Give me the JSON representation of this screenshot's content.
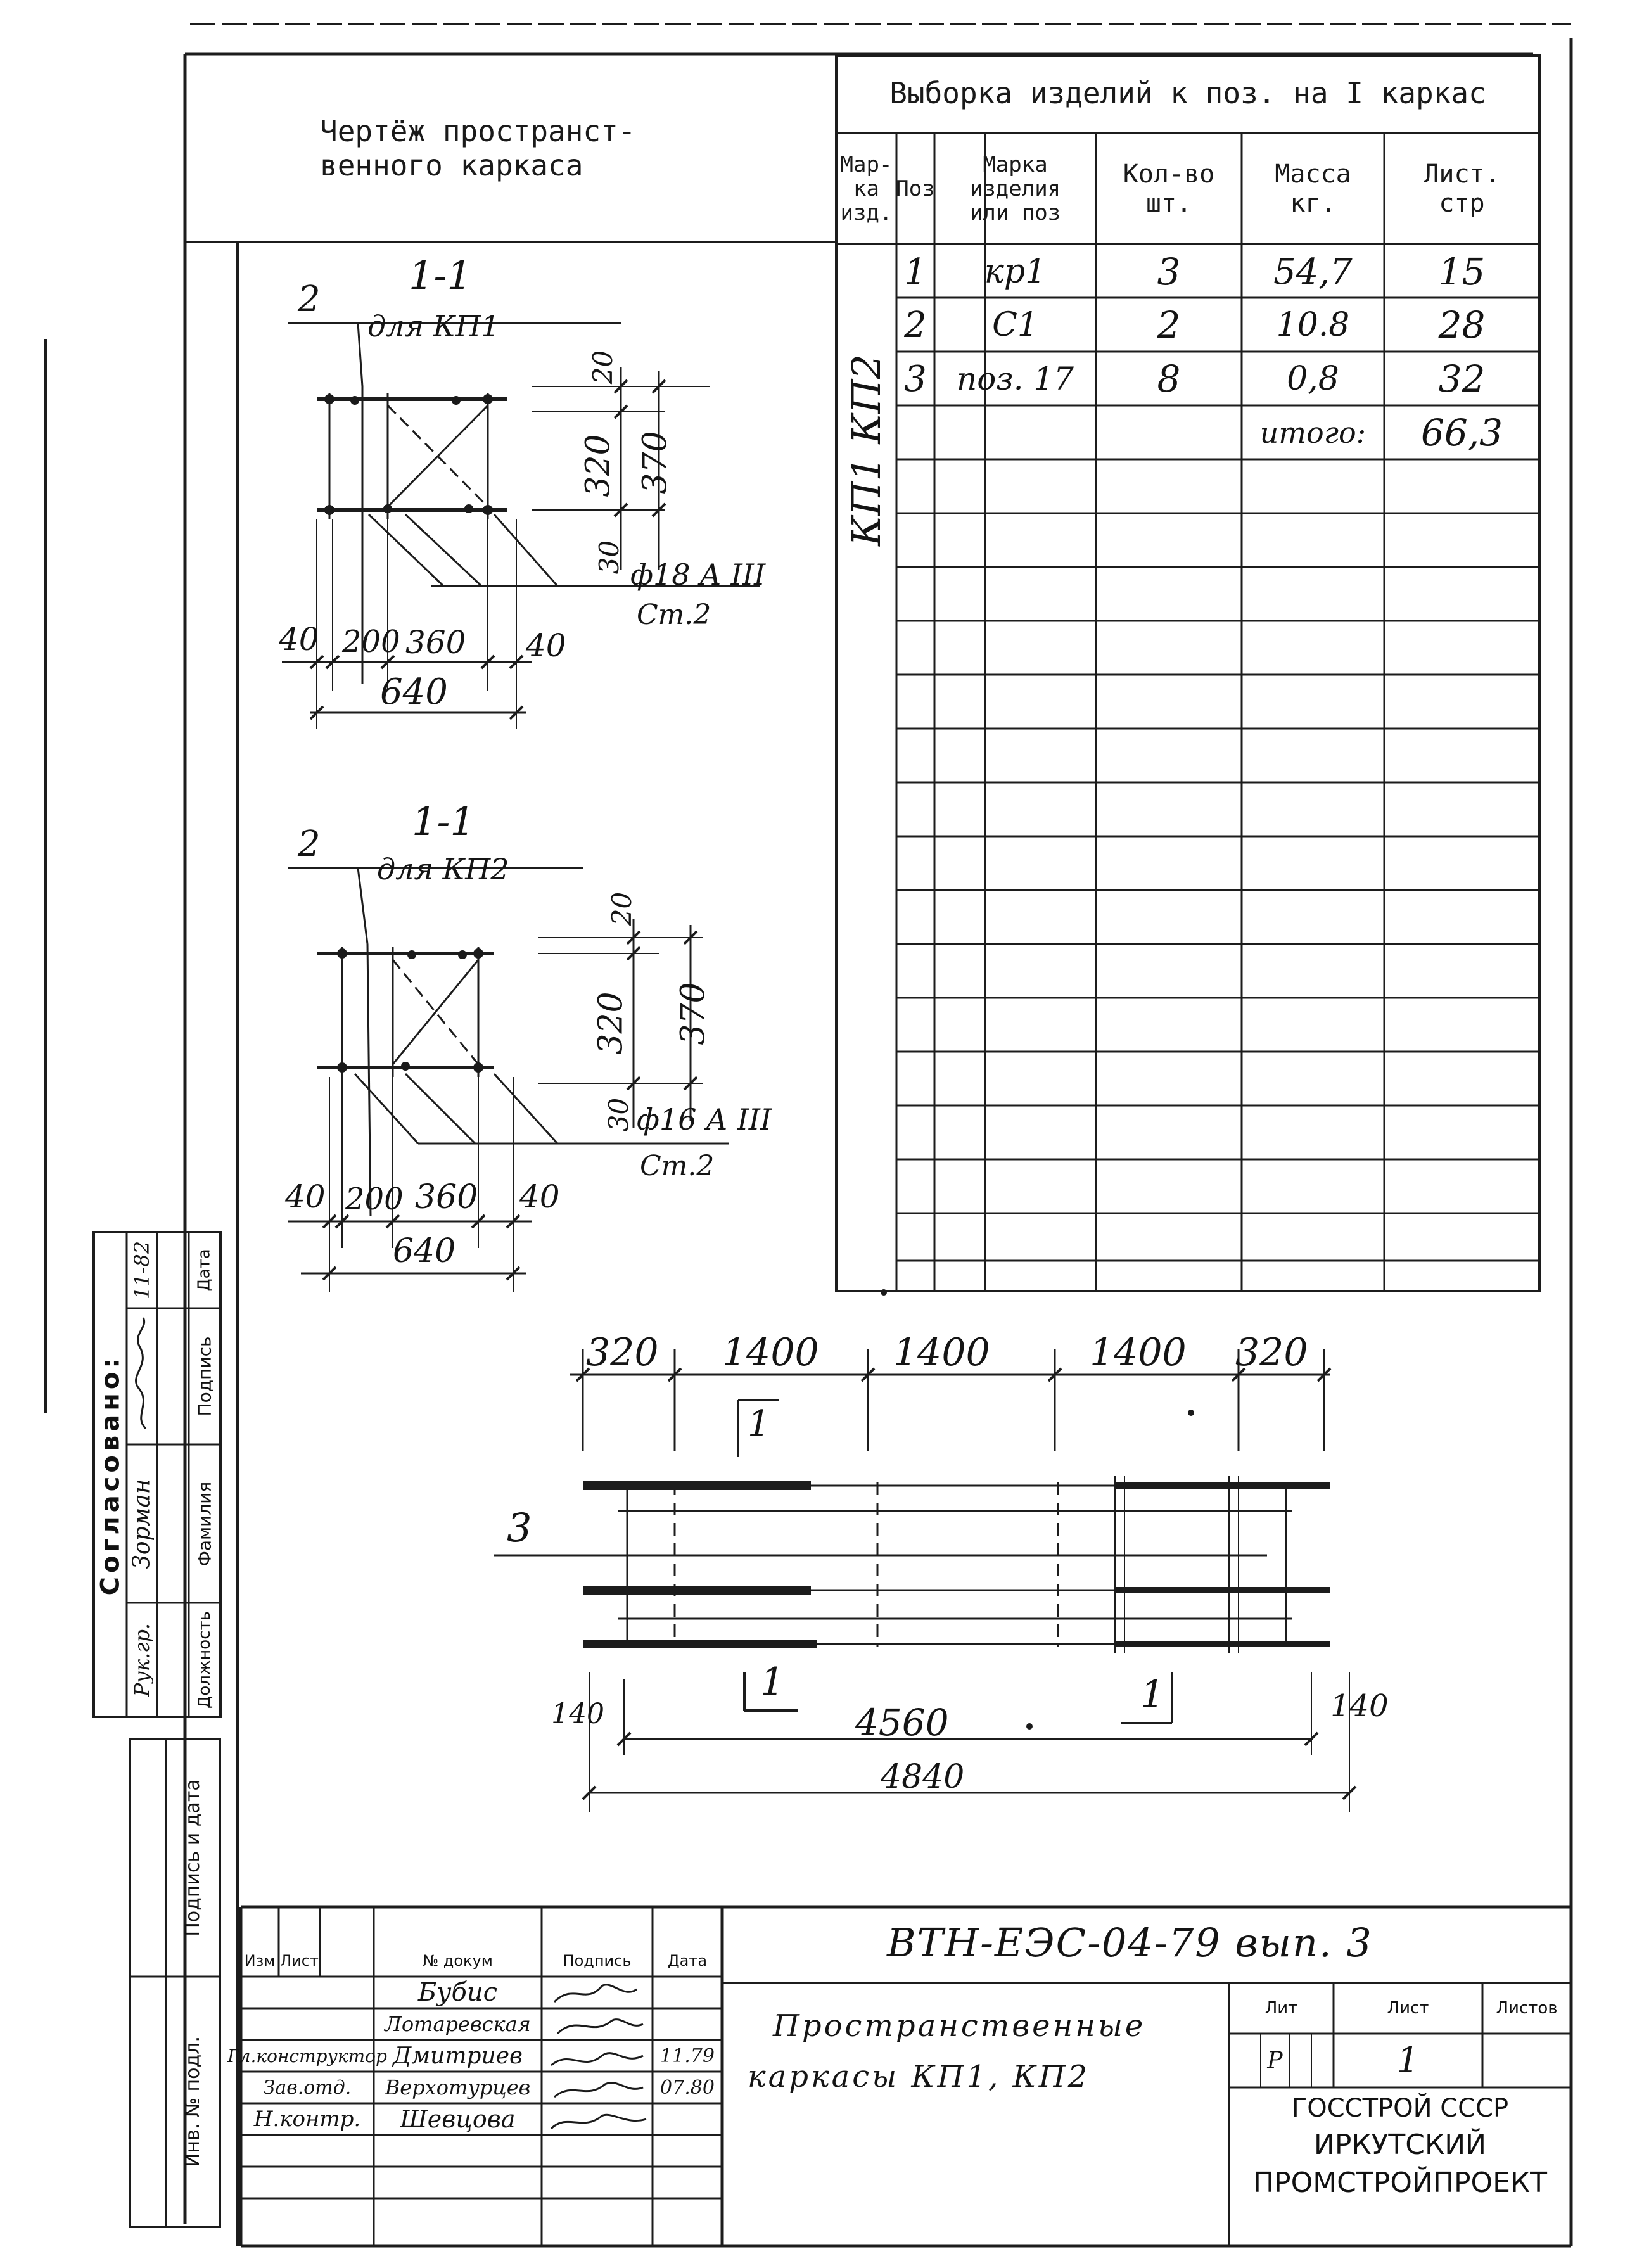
{
  "drawing_title": "Чертёж пространст-\nвенного каркаса",
  "spec": {
    "title": "Выборка изделий к поз. на I каркас",
    "headers": [
      "Мар-\nка\nизд.",
      "Поз",
      "Марка\nизделия\nили поз",
      "Кол-во\nшт.",
      "Масса\nкг.",
      "Лист.\nстр"
    ],
    "rows": [
      {
        "poz": "1",
        "mark": "кр1",
        "qty": "3",
        "mass": "54,7",
        "sheet": "15"
      },
      {
        "poz": "2",
        "mark": "С1",
        "qty": "2",
        "mass": "10.8",
        "sheet": "28"
      },
      {
        "poz": "3",
        "mark": "поз. 17",
        "qty": "8",
        "mass": "0,8",
        "sheet": "32"
      }
    ],
    "total_label": "итого:",
    "total_value": "66,3",
    "item_mark": "КП1 КП2"
  },
  "section1": {
    "label_num": "2",
    "title": "1-1",
    "subtitle": "для КП1",
    "dim_20": "20",
    "dim_320": "320",
    "dim_370": "370",
    "dim_30": "30",
    "rebar": "ф18 А III",
    "steel": "Ст.2",
    "dim_40a": "40",
    "dim_200": "200",
    "dim_360": "360",
    "dim_40b": "40",
    "dim_640": "640"
  },
  "section2": {
    "label_num": "2",
    "title": "1-1",
    "subtitle": "для КП2",
    "dim_20": "20",
    "dim_320": "320",
    "dim_370": "370",
    "dim_30": "30",
    "rebar": "ф16 А III",
    "steel": "Ст.2",
    "dim_40a": "40",
    "dim_200": "200",
    "dim_360": "360",
    "dim_40b": "40",
    "dim_640": "640"
  },
  "elevation": {
    "dims_top": [
      "320",
      "1400",
      "1400",
      "1400",
      "320"
    ],
    "pos_label": "3",
    "cut_top": "1",
    "cut_bottom_left": "1",
    "cut_bottom_right": "1",
    "dim_left": "140",
    "dim_right": "140",
    "dim_4560": "4560",
    "dim_4840": "4840"
  },
  "agreed": {
    "title": "Согласовано:",
    "col_headers": [
      "Должность",
      "Фамилия",
      "Подпись",
      "Дата"
    ],
    "row": {
      "role": "Рук.гр.",
      "name": "Зорман",
      "date": "11-82"
    }
  },
  "left_stamp": {
    "podpis_data": "Подпись и дата",
    "inv": "Инв. № подл."
  },
  "title_block": {
    "headers": [
      "Изм",
      "Лист",
      "№ докум",
      "Подпись",
      "Дата"
    ],
    "rows": [
      {
        "role": "",
        "name": "Бубис",
        "date": ""
      },
      {
        "role": "",
        "name": "Лотаревская",
        "date": ""
      },
      {
        "role": "Гл.конструктор",
        "name": "Дмитриев",
        "date": "11.79"
      },
      {
        "role": "Зав.отд.",
        "name": "Верхотурцев",
        "date": "07.80"
      },
      {
        "role": "Н.контр.",
        "name": "Шевцова",
        "date": ""
      }
    ],
    "code": "ВТН-ЕЭС-04-79 вып. 3",
    "name_line1": "Пространственные",
    "name_line2": "каркасы КП1, КП2",
    "lit_label": "Лит",
    "sheet_label": "Лист",
    "sheets_label": "Листов",
    "lit_value": "Р",
    "sheet_value": "1",
    "org_line1": "ГОССТРОЙ СССР",
    "org_line2": "ИРКУТСКИЙ",
    "org_line3": "ПРОМСТРОЙПРОЕКТ"
  }
}
